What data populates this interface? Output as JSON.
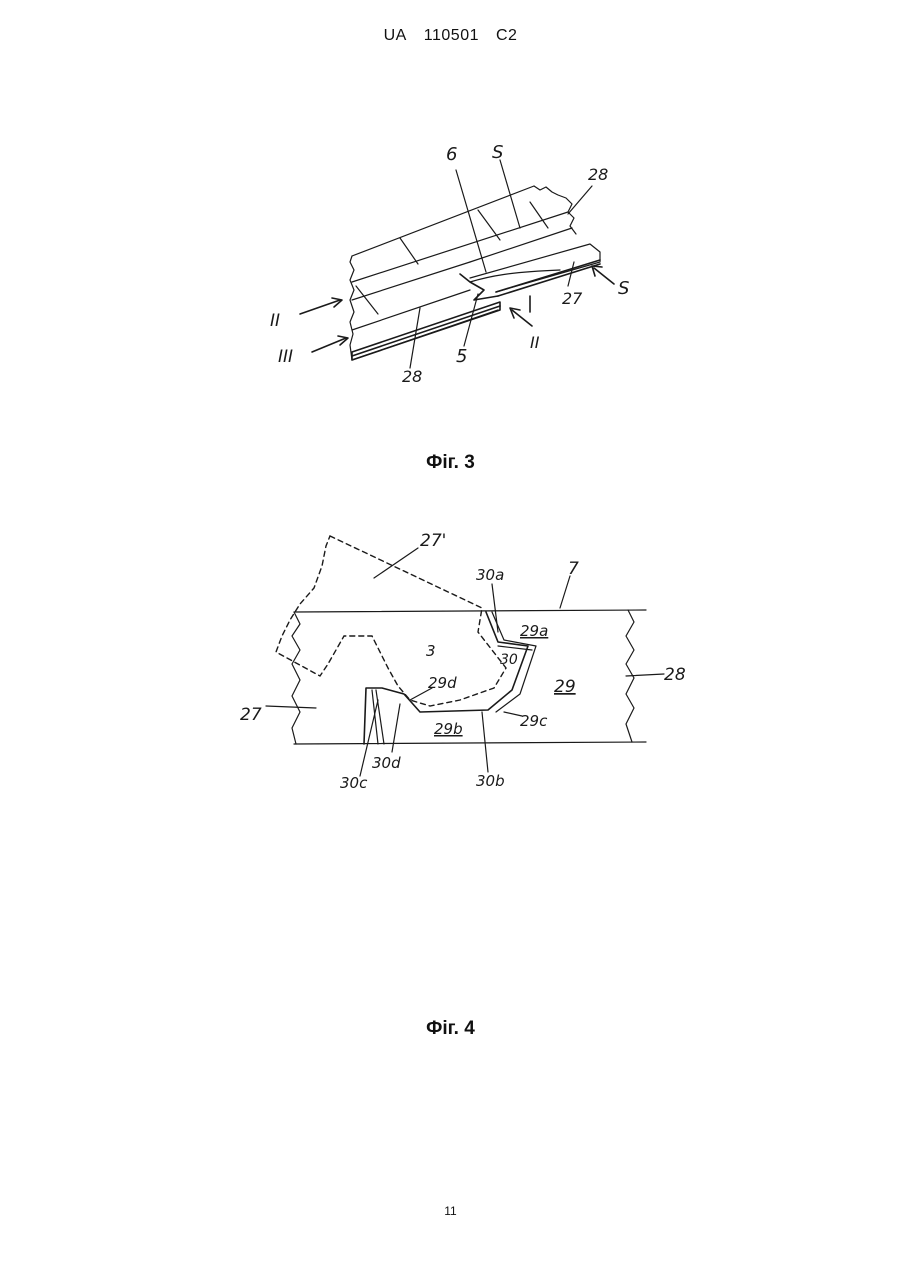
{
  "header": {
    "country": "UA",
    "number": "110501",
    "kind": "C2"
  },
  "figure3": {
    "caption": "Фіг. 3",
    "labels": {
      "l6": "6",
      "lS_top": "S",
      "l28_top": "28",
      "lS_right": "S",
      "l27": "27",
      "lII": "II",
      "lIII": "III",
      "l5": "5",
      "lII_small": "II",
      "l28_bottom": "28"
    }
  },
  "figure4": {
    "caption": "Фіг. 4",
    "labels": {
      "l27prime": "27'",
      "l30a": "30a",
      "l7": "7",
      "l29a": "29a",
      "l3": "3",
      "l30": "30",
      "l28": "28",
      "l29": "29",
      "l29d": "29d",
      "l27": "27",
      "l29c": "29c",
      "l29b": "29b",
      "l30d": "30d",
      "l30c": "30c",
      "l30b": "30b"
    }
  },
  "page_number": "11"
}
